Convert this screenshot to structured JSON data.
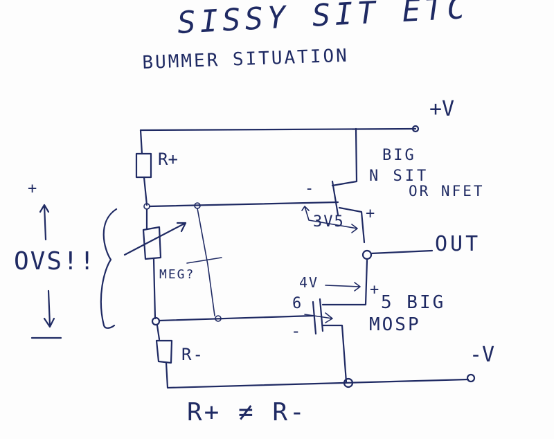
{
  "title": "SISSY SIT ETC",
  "subtitle": "BUMMER SITUATION",
  "labels": {
    "supply_positive": "+V",
    "supply_negative": "-V",
    "resistor_top": "R+",
    "resistor_bottom": "R-",
    "potentiometer": "MEG?",
    "top_device_line1": "BIG",
    "top_device_line2": "N SIT",
    "top_device_line3": "OR NFET",
    "top_gate_minus": "-",
    "top_gate_voltage": "3V5",
    "top_source_plus": "+",
    "output": "OUT",
    "bottom_gate_voltage": "4V",
    "bottom_source_plus": "+",
    "bottom_gate_number": "6",
    "bottom_gate_minus": "-",
    "bottom_device_line1": "5 BIG",
    "bottom_device_line2": "MOSP",
    "range_plus": "+",
    "range_label": "OVS!!",
    "footer_note": "R+ ≠ R-"
  },
  "colors": {
    "ink": "#1f2a63",
    "paper": "#fdfdfd"
  }
}
